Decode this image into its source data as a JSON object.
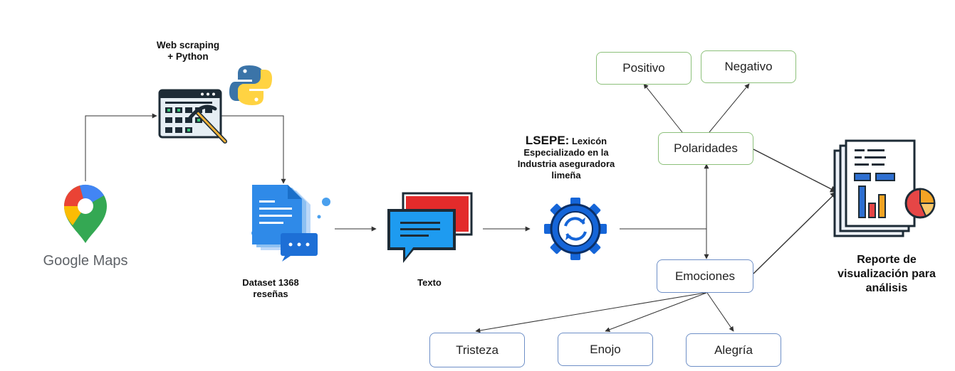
{
  "sources": {
    "maps_label": "Google Maps",
    "scraping_label": "Web scraping + Python"
  },
  "dataset": {
    "label": "Dataset 1368 reseñas"
  },
  "text_node": {
    "label": "Texto"
  },
  "lexicon": {
    "acronym": "LSEPE:",
    "description": "Lexicón Especializado en la Industria aseguradora limeña"
  },
  "polarity": {
    "label": "Polaridades",
    "children": [
      "Positivo",
      "Negativo"
    ]
  },
  "emotions": {
    "label": "Emociones",
    "children": [
      "Tristeza",
      "Enojo",
      "Alegría"
    ]
  },
  "report": {
    "label": "Reporte de visualización para análisis"
  },
  "colors": {
    "green_border": "#8cc07a",
    "blue_border": "#6e8fc7",
    "icon_blue": "#1f6fd8",
    "arrow": "#333333"
  }
}
